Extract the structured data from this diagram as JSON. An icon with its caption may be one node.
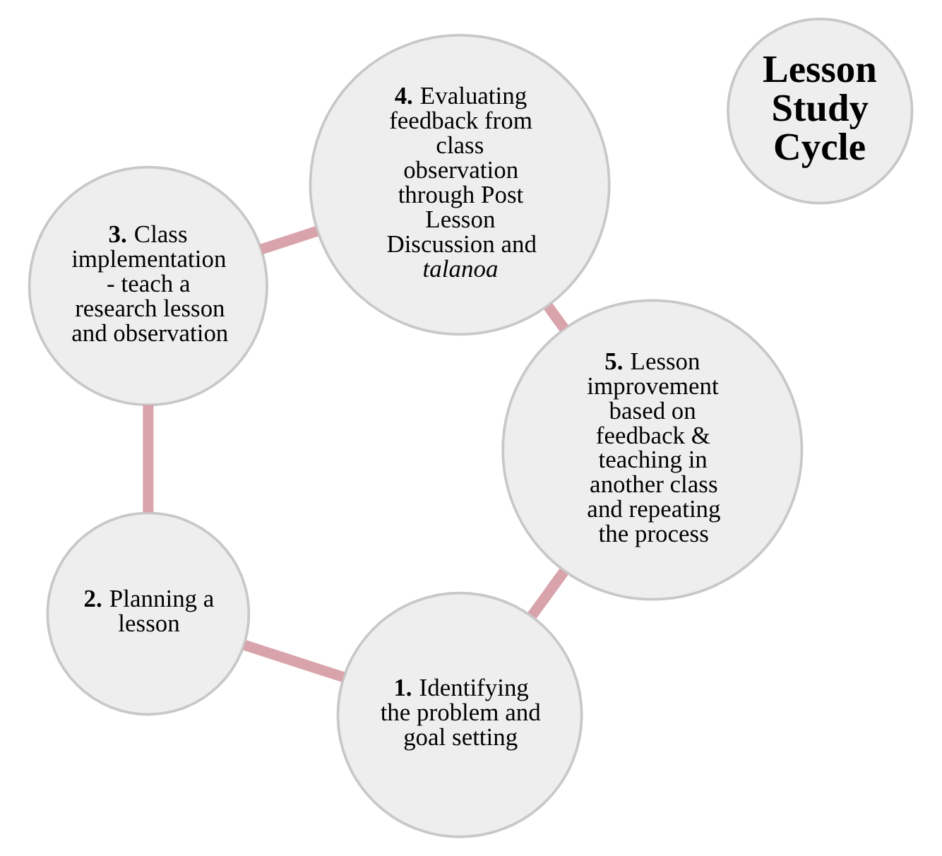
{
  "diagram": {
    "nodes": [
      {
        "text": [
          "**1.** Identifying the problem and goal setting"
        ]
      },
      {
        "text": [
          "**2.** Planning a lesson"
        ]
      },
      {
        "text": [
          "**3.** Class implementation - teach a research lesson and observation"
        ]
      },
      {
        "text": [
          "**4.** Evaluating feedback from class observation through Post Lesson Discussion and *talanoa*"
        ]
      },
      {
        "text": [
          "**5.** Lesson improvement based on feedback & teaching in another class and repeating the process"
        ]
      },
      {
        "text": [
          "Lesson Study Cycle"
        ]
      }
    ],
    "edges": [
      {
        "from": 0,
        "to": 1,
        "arrow": "none"
      },
      {
        "from": 1,
        "to": 2,
        "arrow": "none"
      },
      {
        "from": 2,
        "to": 3,
        "arrow": "none"
      },
      {
        "from": 3,
        "to": 4,
        "arrow": "none"
      },
      {
        "from": 4,
        "to": 0,
        "arrow": "none"
      }
    ]
  }
}
